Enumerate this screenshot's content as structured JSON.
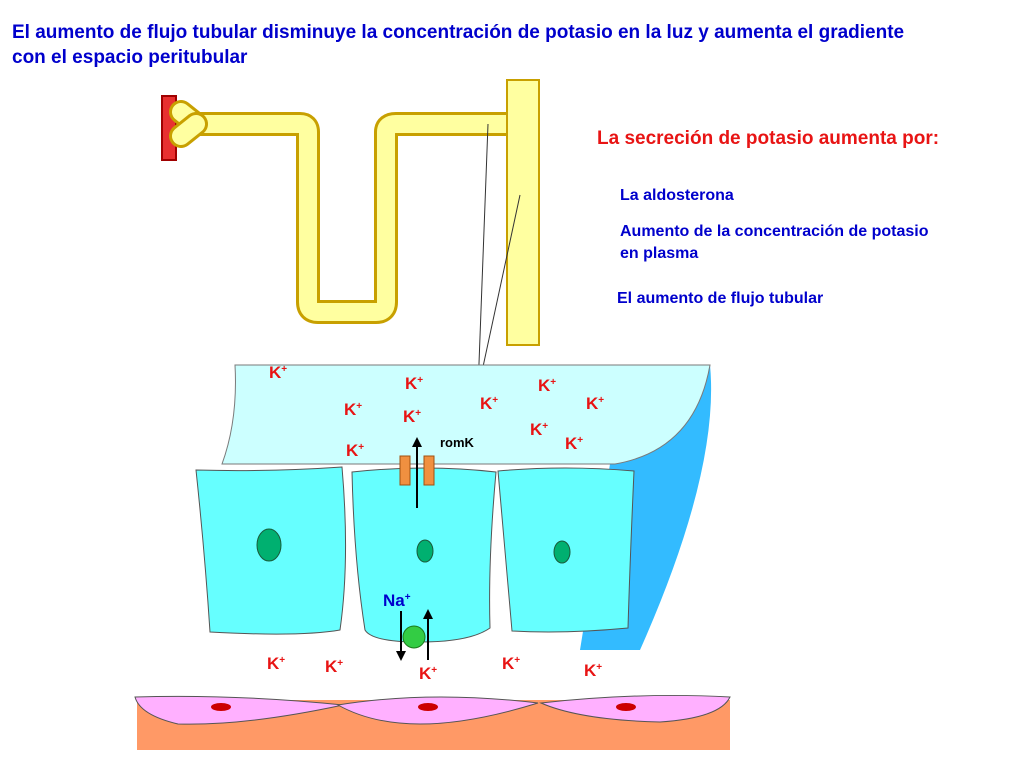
{
  "title": "El aumento de flujo tubular disminuye la concentración de potasio en la luz y aumenta el gradiente con el espacio peritubular",
  "side_panel": {
    "heading": "La secreción de potasio aumenta por:",
    "items": [
      "La aldosterona",
      "Aumento de la concentración de potasio en plasma",
      "El aumento de flujo tubular"
    ]
  },
  "labels": {
    "channel": "romK",
    "ion_k": "K",
    "ion_na": "Na",
    "superscript": "+"
  },
  "colors": {
    "title": "#0000cc",
    "heading": "#e81414",
    "ion_k": "#e81414",
    "ion_na": "#0000cc",
    "lumen": "#ccffff",
    "cell": "#66ffff",
    "nucleus": "#00b070",
    "tubule_fill": "#ffffa0",
    "tubule_outline": "#c8a000",
    "channel": "#f09040",
    "capillary_wall": "#ffb0ff",
    "interstitium": "#ff9966",
    "outer_membrane": "#33bbff"
  }
}
